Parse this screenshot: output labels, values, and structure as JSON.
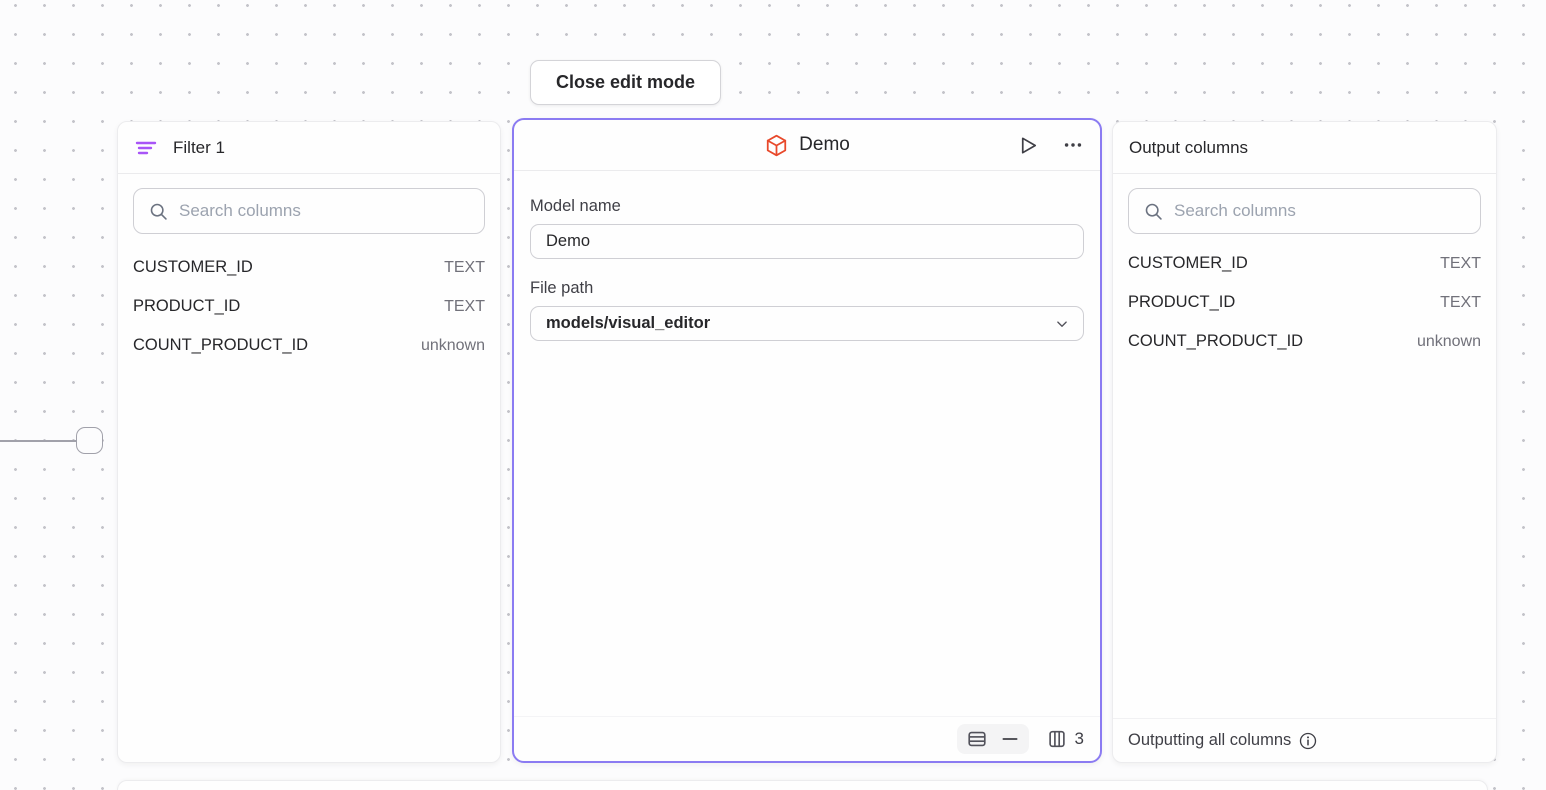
{
  "toolbar": {
    "close_button_label": "Close edit mode"
  },
  "filter_panel": {
    "title": "Filter 1",
    "search_placeholder": "Search columns",
    "columns": [
      {
        "name": "CUSTOMER_ID",
        "type": "TEXT"
      },
      {
        "name": "PRODUCT_ID",
        "type": "TEXT"
      },
      {
        "name": "COUNT_PRODUCT_ID",
        "type": "unknown"
      }
    ]
  },
  "model_panel": {
    "title": "Demo",
    "model_name_label": "Model name",
    "model_name_value": "Demo",
    "file_path_label": "File path",
    "file_path_value": "models/visual_editor",
    "column_count": "3"
  },
  "output_panel": {
    "title": "Output columns",
    "search_placeholder": "Search columns",
    "columns": [
      {
        "name": "CUSTOMER_ID",
        "type": "TEXT"
      },
      {
        "name": "PRODUCT_ID",
        "type": "TEXT"
      },
      {
        "name": "COUNT_PRODUCT_ID",
        "type": "unknown"
      }
    ],
    "footer_text": "Outputting all columns"
  },
  "colors": {
    "selection_accent": "#8b7bf2",
    "cube_icon": "#e8492b",
    "filter_icon": "#a855f7"
  }
}
